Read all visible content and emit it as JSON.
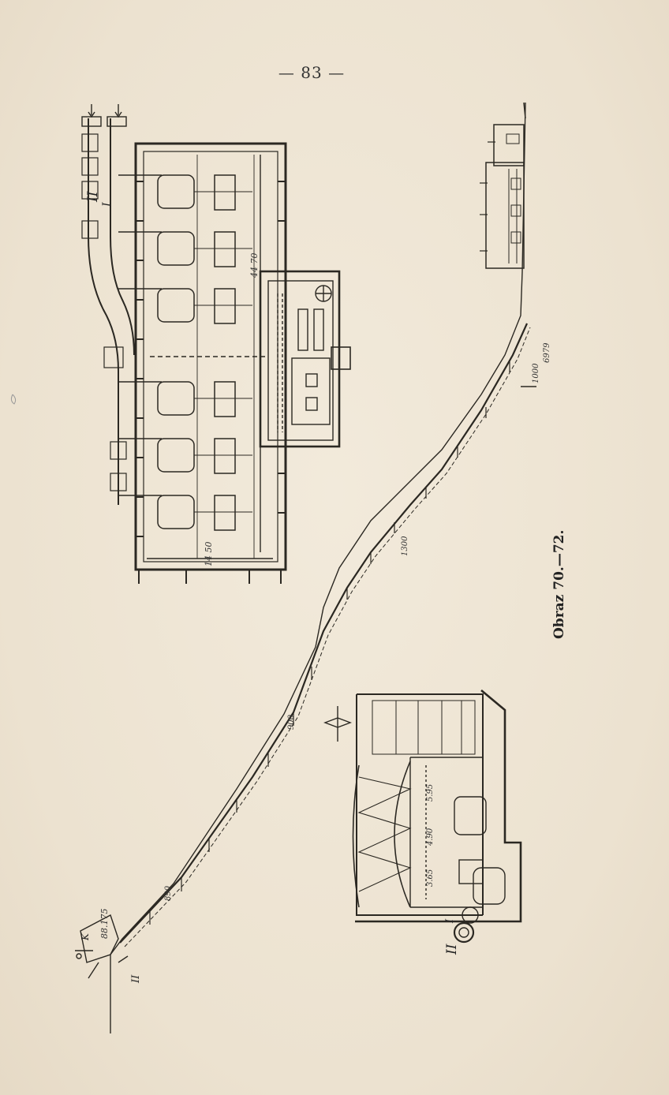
{
  "page": {
    "number": "— 83 —"
  },
  "figure": {
    "caption": "Obraz 70.—72.",
    "plan_labels": {
      "pipe_ii": "II",
      "pipe_i": "I",
      "dim_length": "44 70",
      "dim_width": "14 50"
    },
    "profile_labels": {
      "elev_top": "88.175",
      "pipe_ii": "II",
      "marker": "K",
      "dim_1": "890",
      "dim_2": "900",
      "dim_3": "1300",
      "dim_4": "1000",
      "dim_5": "6979"
    },
    "section_labels": {
      "dim_a": "5.95",
      "dim_b": "4.90",
      "dim_c": "3.65",
      "pipe_i": "I",
      "pipe_ii": "II"
    }
  }
}
